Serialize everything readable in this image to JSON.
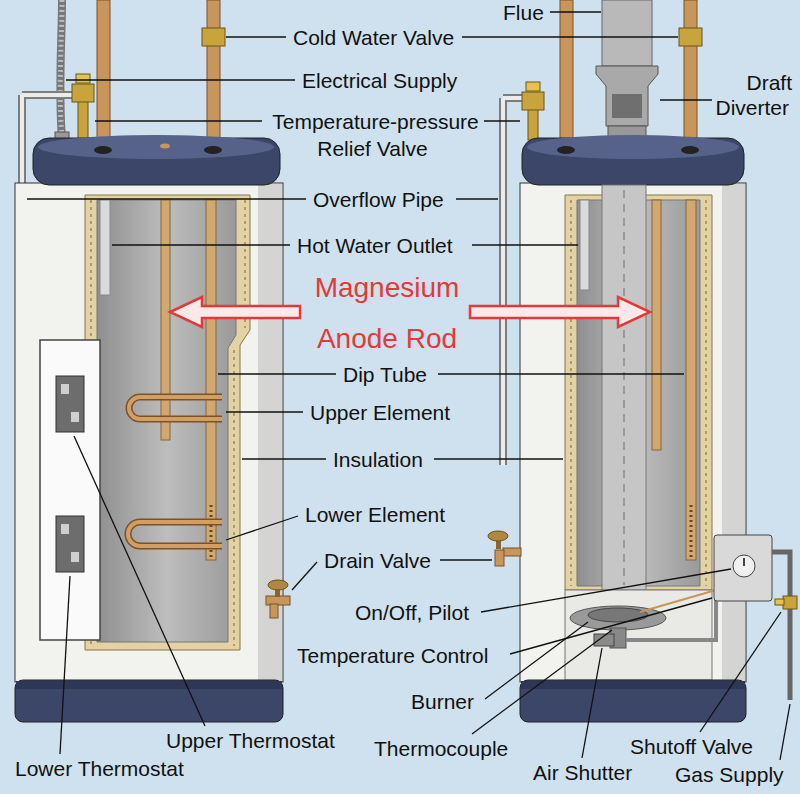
{
  "diagram": {
    "labels": [
      "Flue",
      "Cold Water Valve",
      "Electrical Supply",
      "Draft Diverter",
      "Temperature-pressure Relief Valve",
      "Overflow Pipe",
      "Hot Water Outlet",
      "Magnesium Anode Rod",
      "Dip Tube",
      "Upper Element",
      "Insulation",
      "Lower Element",
      "Drain Valve",
      "On/Off, Pilot",
      "Temperature Control",
      "Burner",
      "Upper Thermostat",
      "Thermocouple",
      "Shutoff Valve",
      "Air Shutter",
      "Gas Supply",
      "Lower Thermostat"
    ]
  }
}
